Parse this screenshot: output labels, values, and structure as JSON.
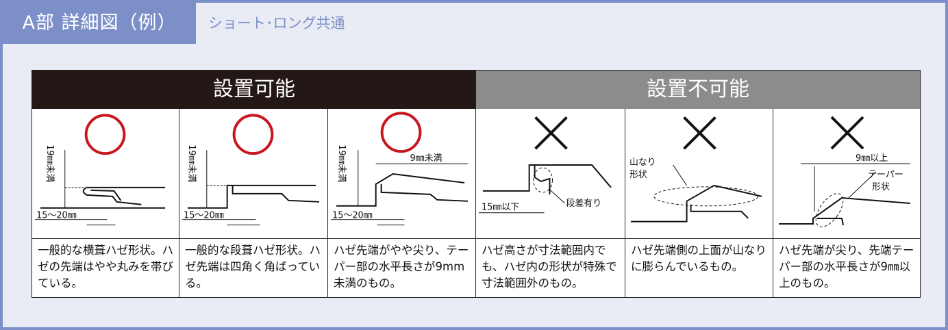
{
  "header": {
    "title": "A部 詳細図（例）",
    "subtitle": "ショート･ロング共通"
  },
  "table": {
    "ok_label": "設置可能",
    "ng_label": "設置不可能",
    "columns": [
      {
        "mark": "circle",
        "labels": {
          "height": "19㎜未満",
          "width": "15〜20㎜"
        },
        "desc": "一般的な横葺ハゼ形状。ハゼの先端はやや丸みを帯びている。"
      },
      {
        "mark": "circle",
        "labels": {
          "height": "19㎜未満",
          "width": "15〜20㎜"
        },
        "desc": "一般的な段葺ハゼ形状。ハゼ先端は四角く角ばっている。"
      },
      {
        "mark": "circle",
        "labels": {
          "height": "19㎜未満",
          "width": "15〜20㎜",
          "taper": "9㎜未満"
        },
        "desc": "ハゼ先端がやや尖り、テーパー部の水平長さが9mm未満のもの。"
      },
      {
        "mark": "cross",
        "labels": {
          "width": "15㎜以下",
          "note": "段差有り"
        },
        "desc": "ハゼ高さが寸法範囲内でも、ハゼ内の形状が特殊で寸法範囲外のもの。"
      },
      {
        "mark": "cross",
        "labels": {
          "note1": "山なり",
          "note2": "形状"
        },
        "desc": "ハゼ先端側の上面が山なりに膨らんでいるもの。"
      },
      {
        "mark": "cross",
        "labels": {
          "taper": "9㎜以上",
          "note1": "テーパー",
          "note2": "形状"
        },
        "desc": "ハゼ先端が尖り、先端テーパー部の水平長さが9㎜以上のもの。"
      }
    ]
  },
  "colors": {
    "accent": "#7c8fc8",
    "ok_circle": "#c8161d",
    "ok_header": "#231815",
    "ng_header": "#8c8c8c",
    "background": "#e9ecf5"
  }
}
